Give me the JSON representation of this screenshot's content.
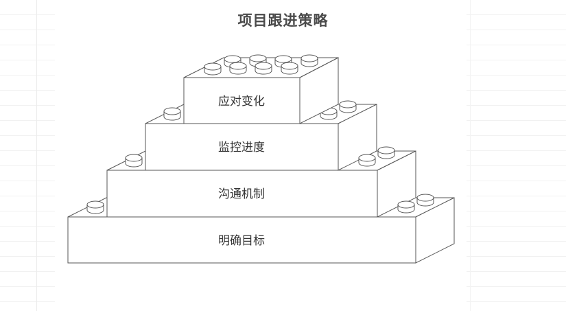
{
  "title": "项目跟进策略",
  "tiers": [
    {
      "label": "明确目标"
    },
    {
      "label": "沟通机制"
    },
    {
      "label": "监控进度"
    },
    {
      "label": "应对变化"
    }
  ],
  "colors": {
    "stroke": "#555555",
    "fill": "#ffffff",
    "title": "#4a4a4a"
  }
}
